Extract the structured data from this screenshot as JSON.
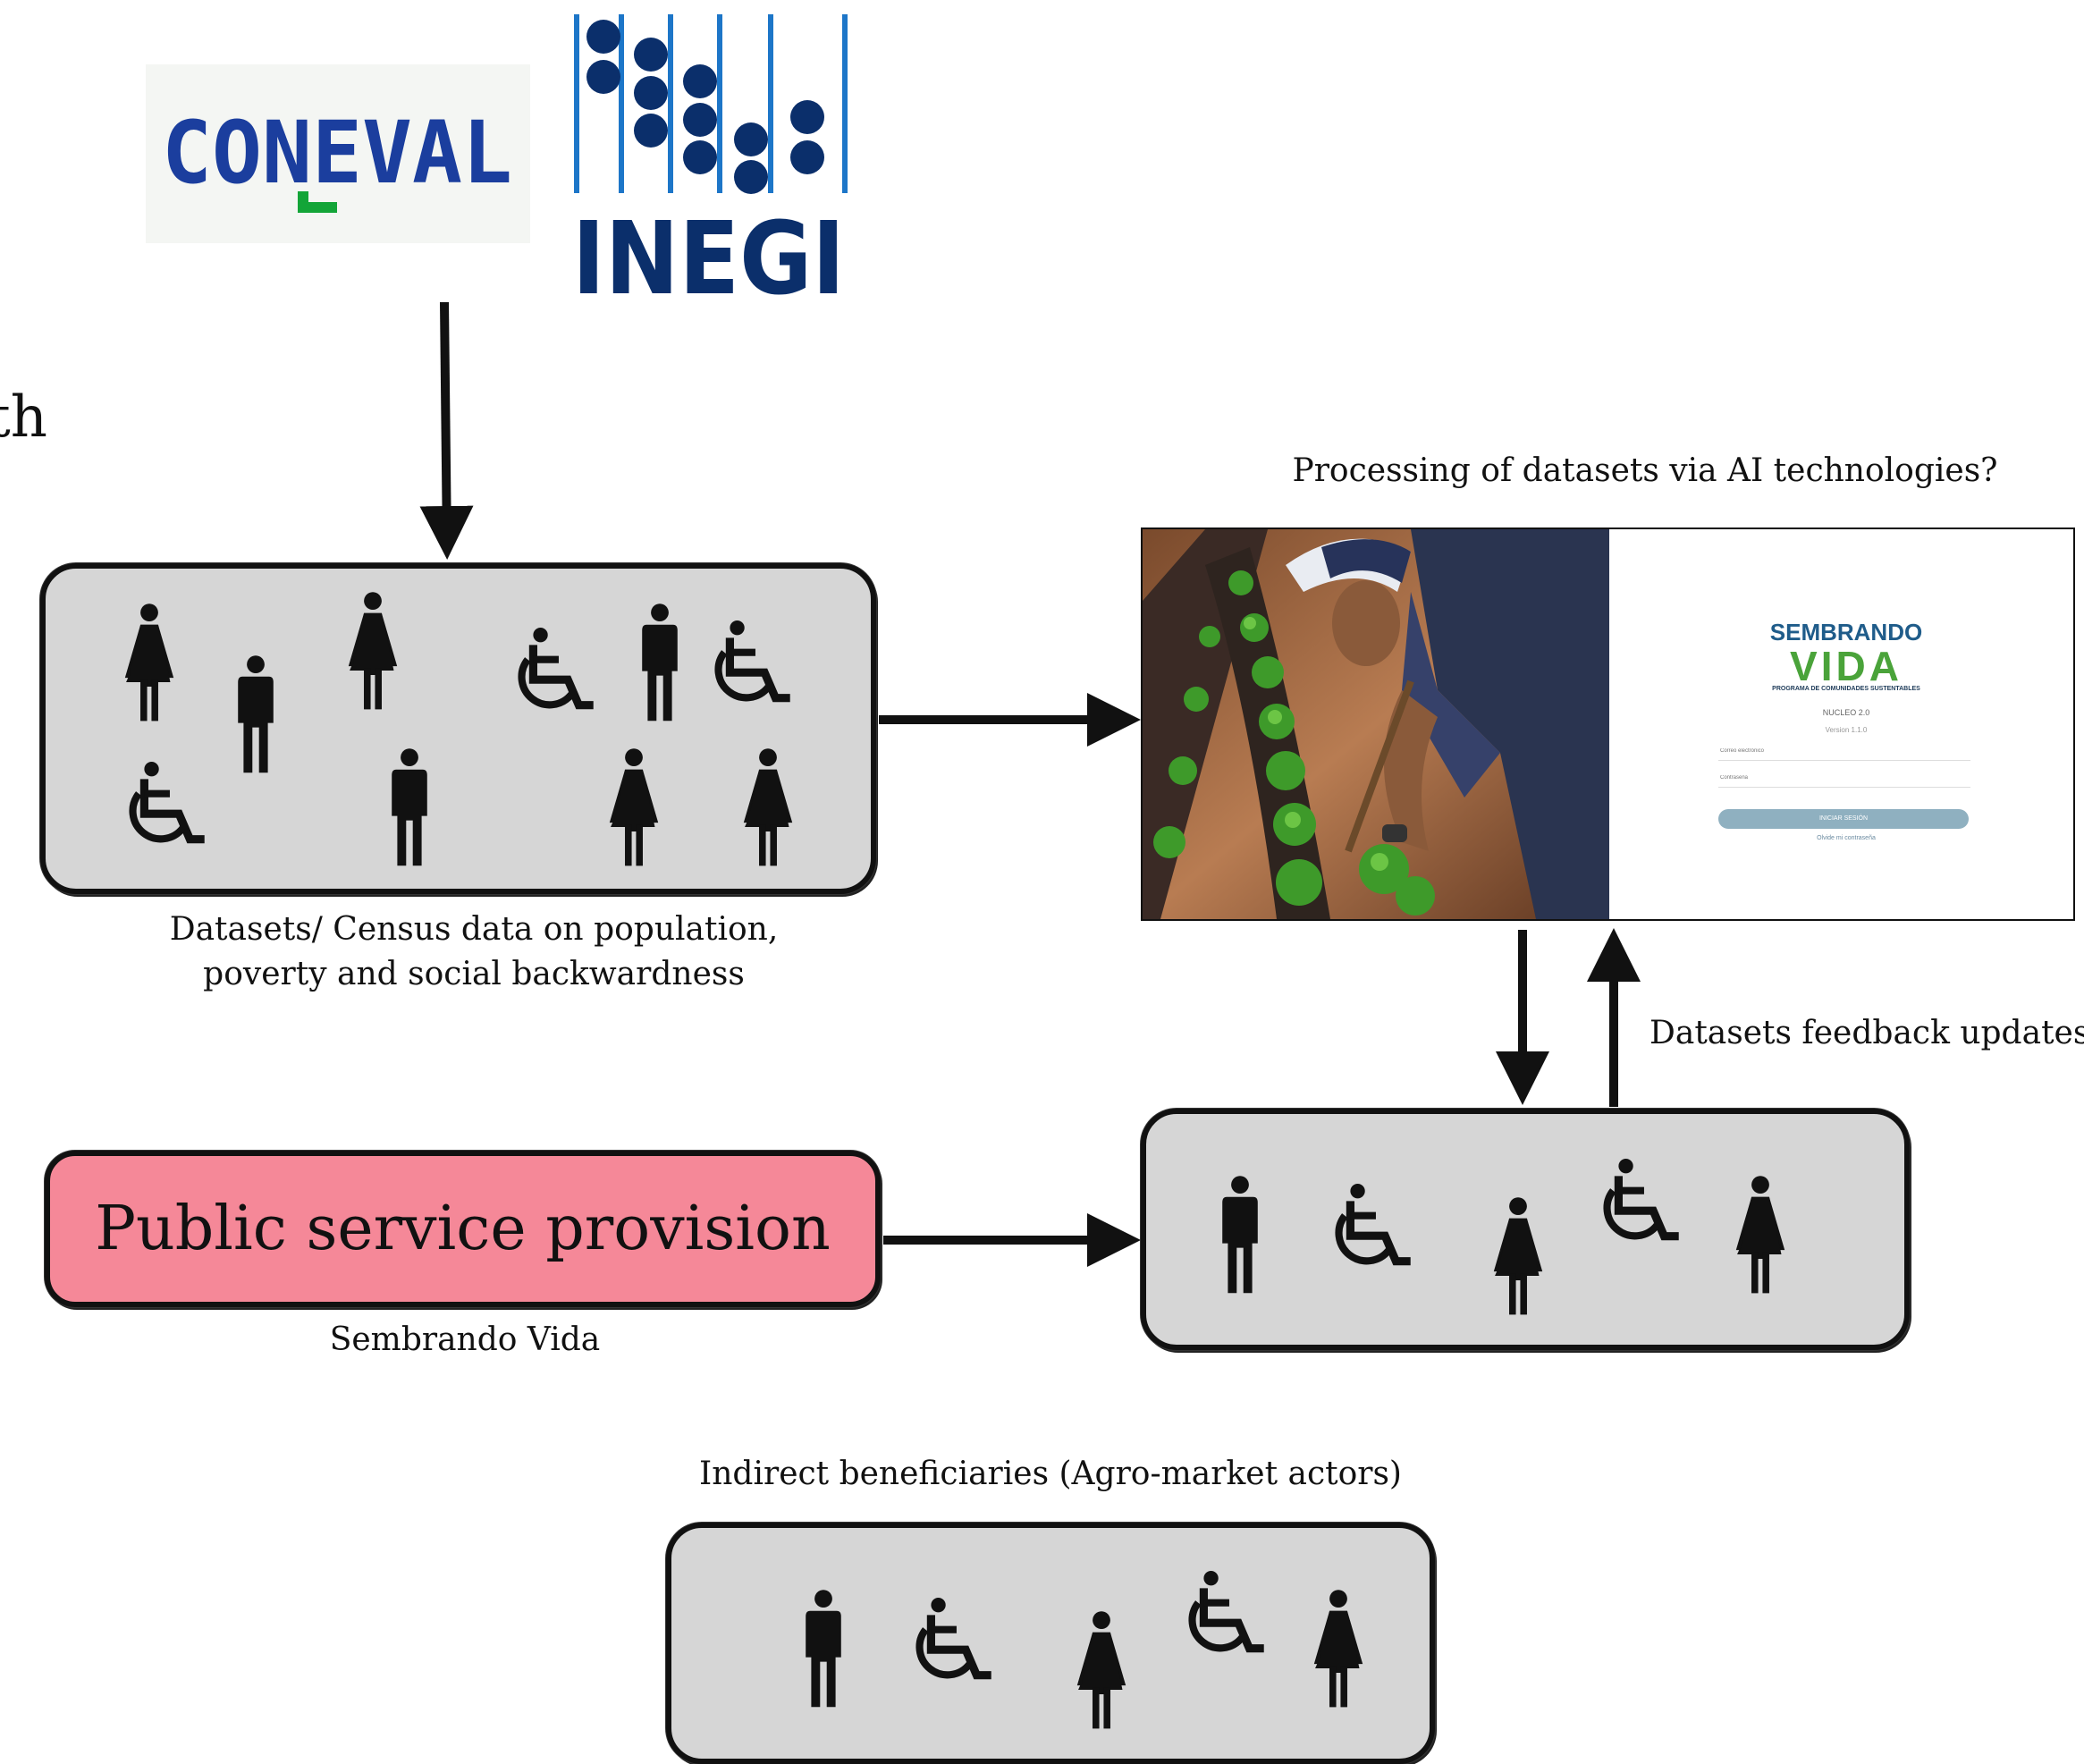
{
  "logos": {
    "coneval": {
      "text": "CONEVAL",
      "accent": "#13a538",
      "brand": "#1b3e9e"
    },
    "inegi": {
      "text": "INEGI",
      "brand": "#0b2f6b",
      "line": "#1d76c8"
    }
  },
  "edge_text": "th",
  "census": {
    "caption_line1": "Datasets/ Census data on population,",
    "caption_line2": "poverty and  social backwardness",
    "icons": [
      "woman-icon",
      "man-icon",
      "woman-icon",
      "wheelchair-icon",
      "man-icon",
      "wheelchair-icon",
      "wheelchair-icon",
      "man-icon",
      "woman-icon",
      "woman-icon"
    ]
  },
  "processing": {
    "caption": "Processing of datasets via AI technologies?",
    "app": {
      "logo_top": "SEMBRANDO",
      "logo_main": "VIDA",
      "logo_sub": "PROGRAMA DE COMUNIDADES SUSTENTABLES",
      "module": "NUCLEO 2.0",
      "version": "Version 1.1.0",
      "email_placeholder": "Correo electrónico",
      "password_placeholder": "Contraseña",
      "login_button": "INICIAR SESIÓN",
      "forgot_link": "Olvide mi contraseña"
    }
  },
  "feedback": {
    "label": "Datasets feedback  updates"
  },
  "service": {
    "label": "Public service provision",
    "caption": "Sembrando Vida",
    "color": "#f58898"
  },
  "beneficiaries": {
    "icons": [
      "man-icon",
      "wheelchair-icon",
      "woman-icon",
      "wheelchair-icon",
      "woman-icon"
    ]
  },
  "indirect": {
    "caption": "Indirect beneficiaries (Agro-market actors)",
    "icons": [
      "man-icon",
      "wheelchair-icon",
      "woman-icon",
      "wheelchair-icon",
      "woman-icon"
    ]
  }
}
